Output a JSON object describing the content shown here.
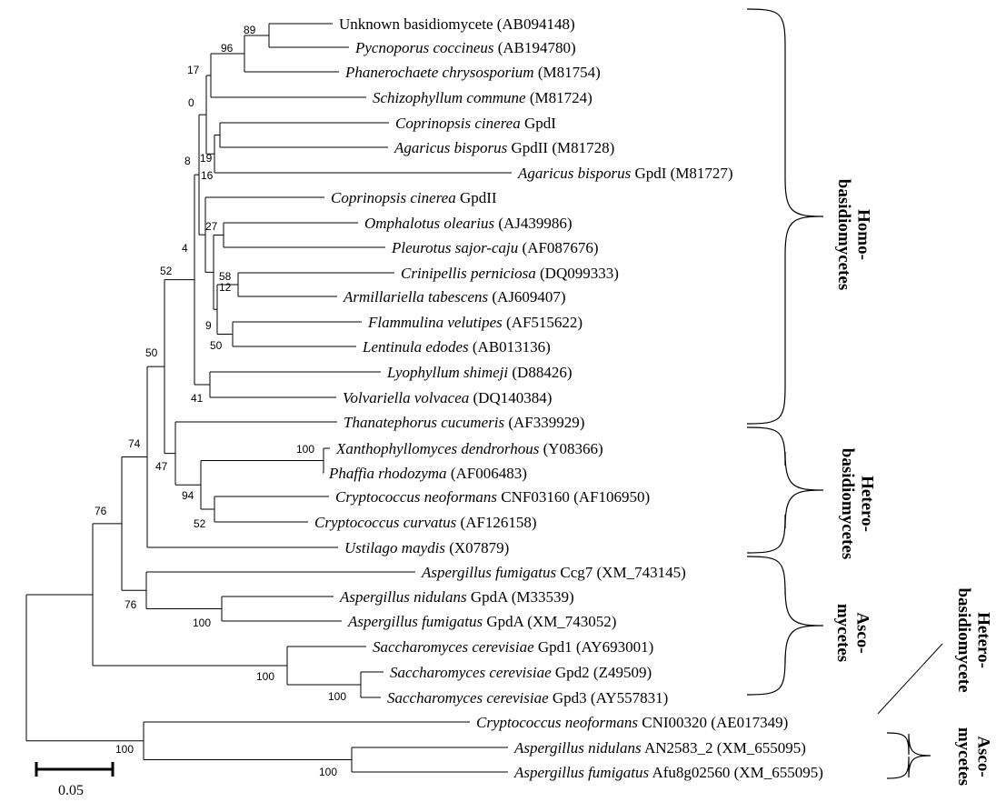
{
  "tree": {
    "tips": [
      {
        "italic": "",
        "rest": "Unknown basidiomycete (AB094148)"
      },
      {
        "italic": "Pycnoporus coccineus",
        "rest": " (AB194780)"
      },
      {
        "italic": "Phanerochaete chrysosporium",
        "rest": " (M81754)"
      },
      {
        "italic": "Schizophyllum commune",
        "rest": " (M81724)"
      },
      {
        "italic": "Coprinopsis cinerea",
        "rest": " GpdI"
      },
      {
        "italic": "Agaricus bisporus",
        "rest": " GpdII (M81728)"
      },
      {
        "italic": "Agaricus bisporus",
        "rest": " GpdI (M81727)"
      },
      {
        "italic": "Coprinopsis cinerea",
        "rest": " GpdII"
      },
      {
        "italic": "Omphalotus olearius",
        "rest": " (AJ439986)"
      },
      {
        "italic": "Pleurotus sajor-caju",
        "rest": " (AF087676)"
      },
      {
        "italic": "Crinipellis perniciosa",
        "rest": " (DQ099333)"
      },
      {
        "italic": "Armillariella tabescens",
        "rest": " (AJ609407)"
      },
      {
        "italic": "Flammulina velutipes",
        "rest": " (AF515622)"
      },
      {
        "italic": "Lentinula edodes",
        "rest": " (AB013136)"
      },
      {
        "italic": "Lyophyllum shimeji",
        "rest": " (D88426)"
      },
      {
        "italic": "Volvariella volvacea",
        "rest": " (DQ140384)"
      },
      {
        "italic": "Thanatephorus cucumeris",
        "rest": " (AF339929)"
      },
      {
        "italic": "Xanthophyllomyces dendrorhous",
        "rest": " (Y08366)"
      },
      {
        "italic": "Phaffia rhodozyma",
        "rest": " (AF006483)"
      },
      {
        "italic": "Cryptococcus neoformans",
        "rest": " CNF03160 (AF106950)"
      },
      {
        "italic": "Cryptococcus curvatus",
        "rest": " (AF126158)"
      },
      {
        "italic": "Ustilago maydis",
        "rest": " (X07879)"
      },
      {
        "italic": "Aspergillus fumigatus",
        "rest": " Ccg7 (XM_743145)"
      },
      {
        "italic": "Aspergillus nidulans",
        "rest": " GpdA (M33539)"
      },
      {
        "italic": "Aspergillus fumigatus",
        "rest": " GpdA (XM_743052)"
      },
      {
        "italic": "Saccharomyces cerevisiae",
        "rest": " Gpd1 (AY693001)"
      },
      {
        "italic": "Saccharomyces cerevisiae",
        "rest": " Gpd2 (Z49509)"
      },
      {
        "italic": "Saccharomyces cerevisiae",
        "rest": " Gpd3 (AY557831)"
      },
      {
        "italic": "Cryptococcus neoformans",
        "rest": " CNI00320 (AE017349)"
      },
      {
        "italic": "Aspergillus nidulans",
        "rest": " AN2583_2 (XM_655095)"
      },
      {
        "italic": "Aspergillus fumigatus",
        "rest": " Afu8g02560 (XM_655095)"
      }
    ],
    "bootstrap": [
      "89",
      "96",
      "17",
      "0",
      "19",
      "16",
      "8",
      "27",
      "58",
      "12",
      "9",
      "50",
      "4",
      "41",
      "52",
      "50",
      "100",
      "94",
      "52",
      "47",
      "74",
      "76",
      "100",
      "76",
      "100",
      "100",
      "100",
      "100"
    ],
    "groups": [
      {
        "lines": [
          "Homo-",
          "basidiomycetes"
        ]
      },
      {
        "lines": [
          "Hetero-",
          "basidiomycetes"
        ]
      },
      {
        "lines": [
          "Asco-",
          "mycetes"
        ]
      },
      {
        "lines": [
          "Hetero-",
          "basidiomycete"
        ]
      },
      {
        "lines": [
          "Asco-",
          "mycetes"
        ]
      }
    ],
    "scale_bar": {
      "label": "0.05"
    }
  }
}
